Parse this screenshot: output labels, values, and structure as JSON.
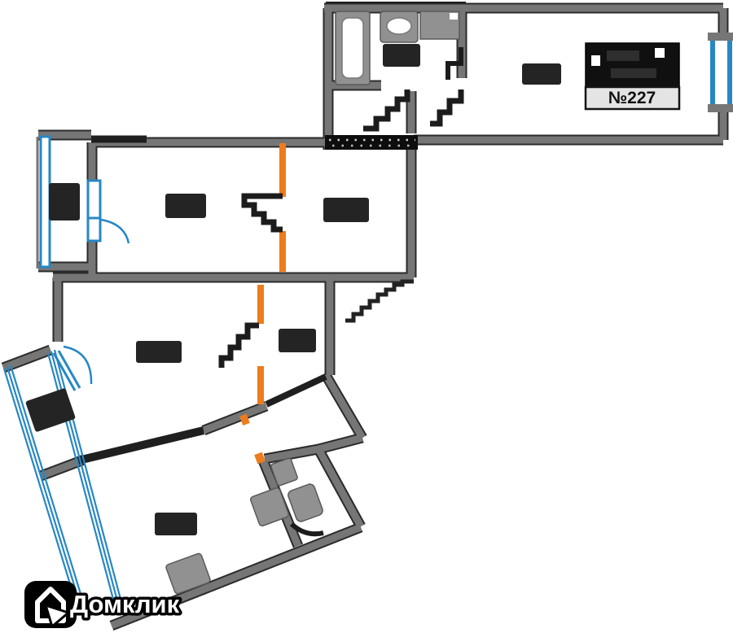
{
  "plan": {
    "apartment_plate": "№227",
    "room_label_blobs": 9,
    "dimension_strip_redacted": true
  },
  "watermark": {
    "brand": "Домклик",
    "icon": "house-cursor-icon"
  },
  "colors": {
    "background": "#ffffff",
    "wall_fill": "#767676",
    "wall_outline": "#2b2b2b",
    "door_opening": "#ED7C1C",
    "glazing": "#2787C5",
    "redaction": "#242424",
    "plate_background": "#E4E4E4",
    "plate_text": "#111111",
    "logo_block": "#101010",
    "fixture": "#919191",
    "watermark_text": "#ffffff"
  }
}
